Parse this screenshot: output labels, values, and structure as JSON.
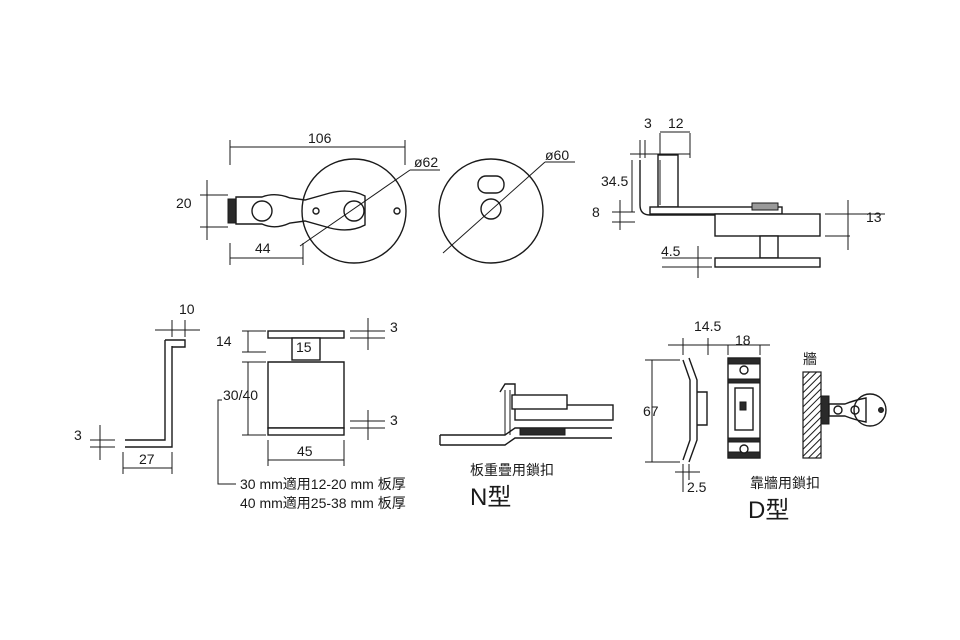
{
  "dimensions": {
    "top_length": "106",
    "top_height": "20",
    "top_offset": "44",
    "dia_left": "ø62",
    "dia_right": "ø60",
    "side_3": "3",
    "side_12": "12",
    "side_34_5": "34.5",
    "side_8": "8",
    "side_13": "13",
    "side_4_5": "4.5",
    "bracket_10": "10",
    "bracket_3": "3",
    "bracket_27": "27",
    "plate_14": "14",
    "plate_15": "15",
    "plate_3_top": "3",
    "plate_30_40": "30/40",
    "plate_3_bottom": "3",
    "plate_45": "45",
    "d_14_5": "14.5",
    "d_18": "18",
    "d_67": "67",
    "d_2_5": "2.5"
  },
  "notes": {
    "line1": "30 mm適用12-20 mm 板厚",
    "line2": "40 mm適用25-38 mm 板厚"
  },
  "types": {
    "n_caption": "板重疊用鎖扣",
    "n_label": "N型",
    "d_caption": "靠牆用鎖扣",
    "d_label": "D型",
    "wall_label": "牆"
  }
}
